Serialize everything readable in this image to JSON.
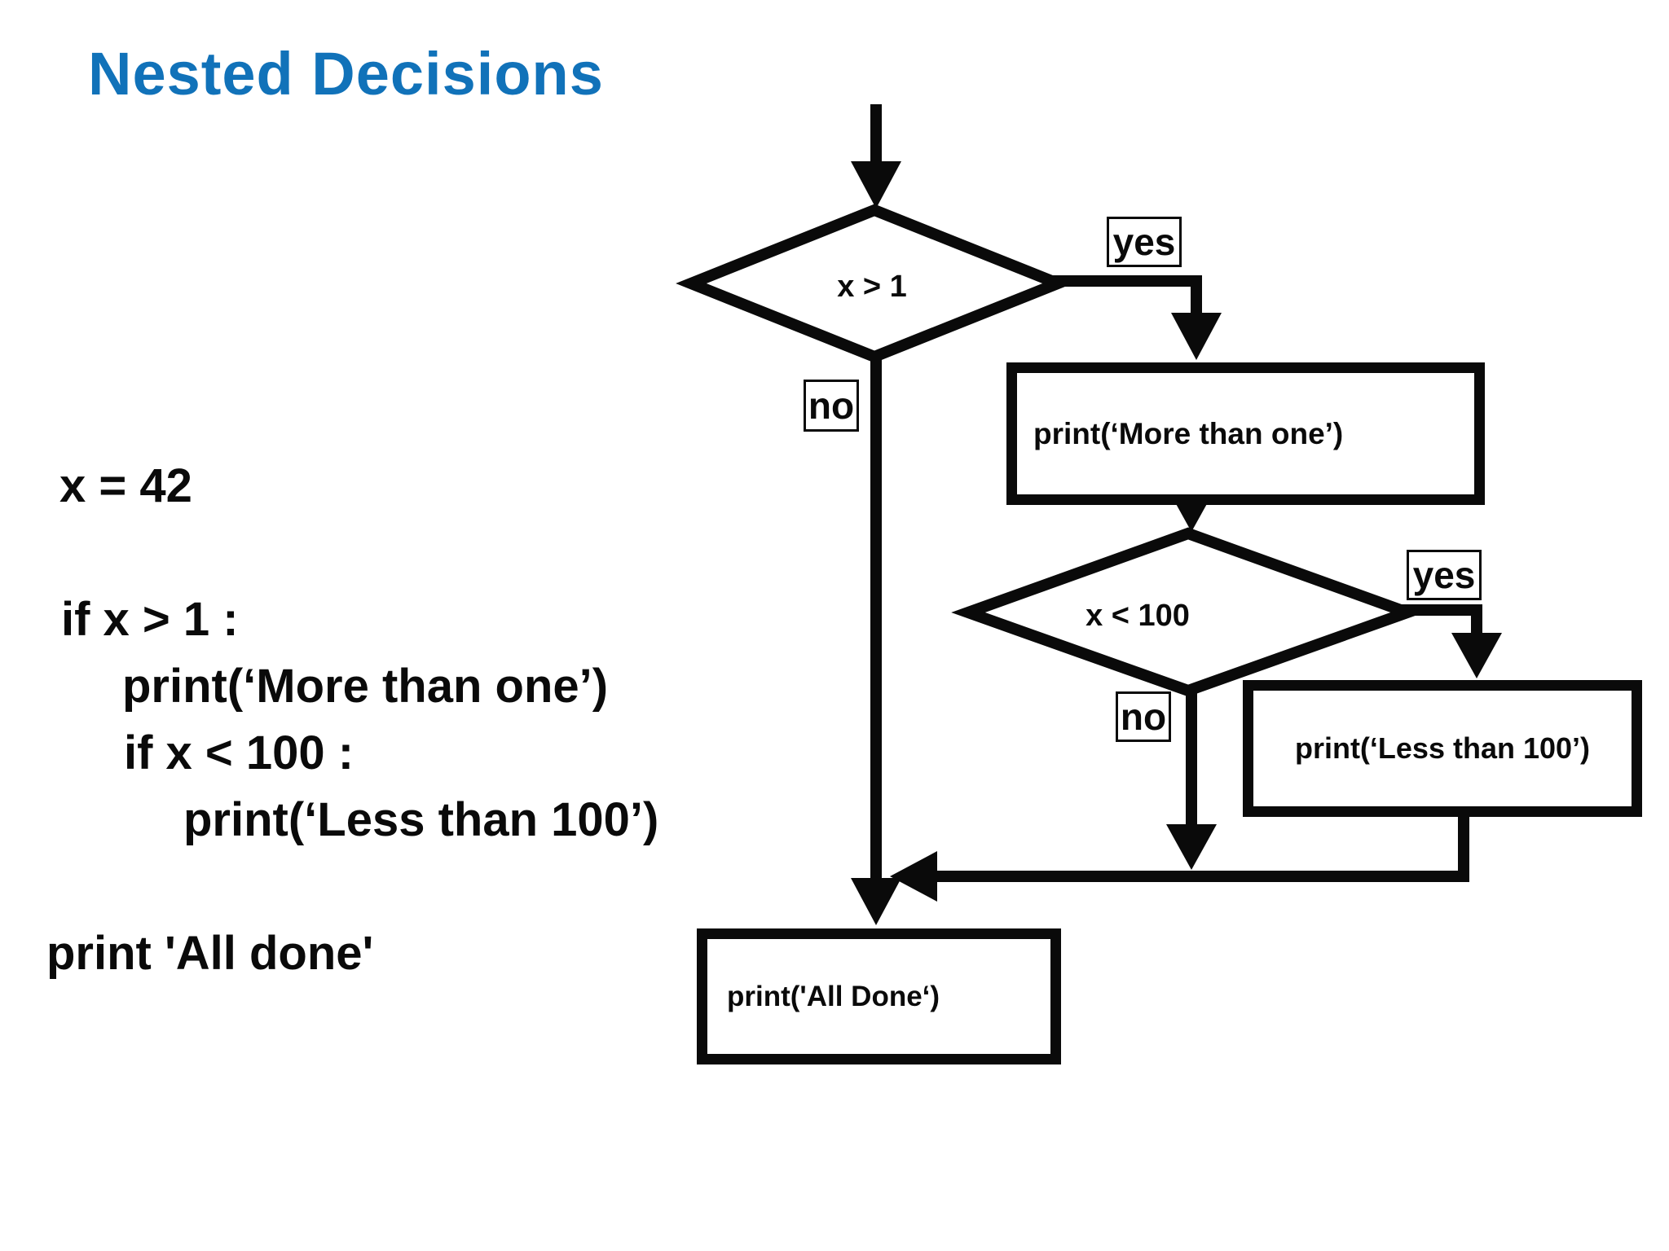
{
  "title": "Nested Decisions",
  "colors": {
    "title_blue": "#1172b9",
    "ink": "#0a0a0a",
    "background": "#ffffff"
  },
  "code": {
    "lines": [
      {
        "text": "x = 42"
      },
      {
        "text": ""
      },
      {
        "text": "if x > 1 :"
      },
      {
        "text": "print(‘More than one’)"
      },
      {
        "text": "if x < 100 :"
      },
      {
        "text": "print(‘Less than 100’)"
      },
      {
        "text": ""
      },
      {
        "text": "print 'All done'"
      }
    ]
  },
  "flowchart": {
    "decision1": {
      "condition": "x > 1",
      "yes_label": "yes",
      "no_label": "no"
    },
    "decision2": {
      "condition": "x < 100",
      "yes_label": "yes",
      "no_label": "no"
    },
    "process_more": {
      "text": "print(‘More than one’)"
    },
    "process_less": {
      "text": "print(‘Less than 100’)"
    },
    "process_alldone": {
      "text": "print('All Done‘)"
    }
  }
}
